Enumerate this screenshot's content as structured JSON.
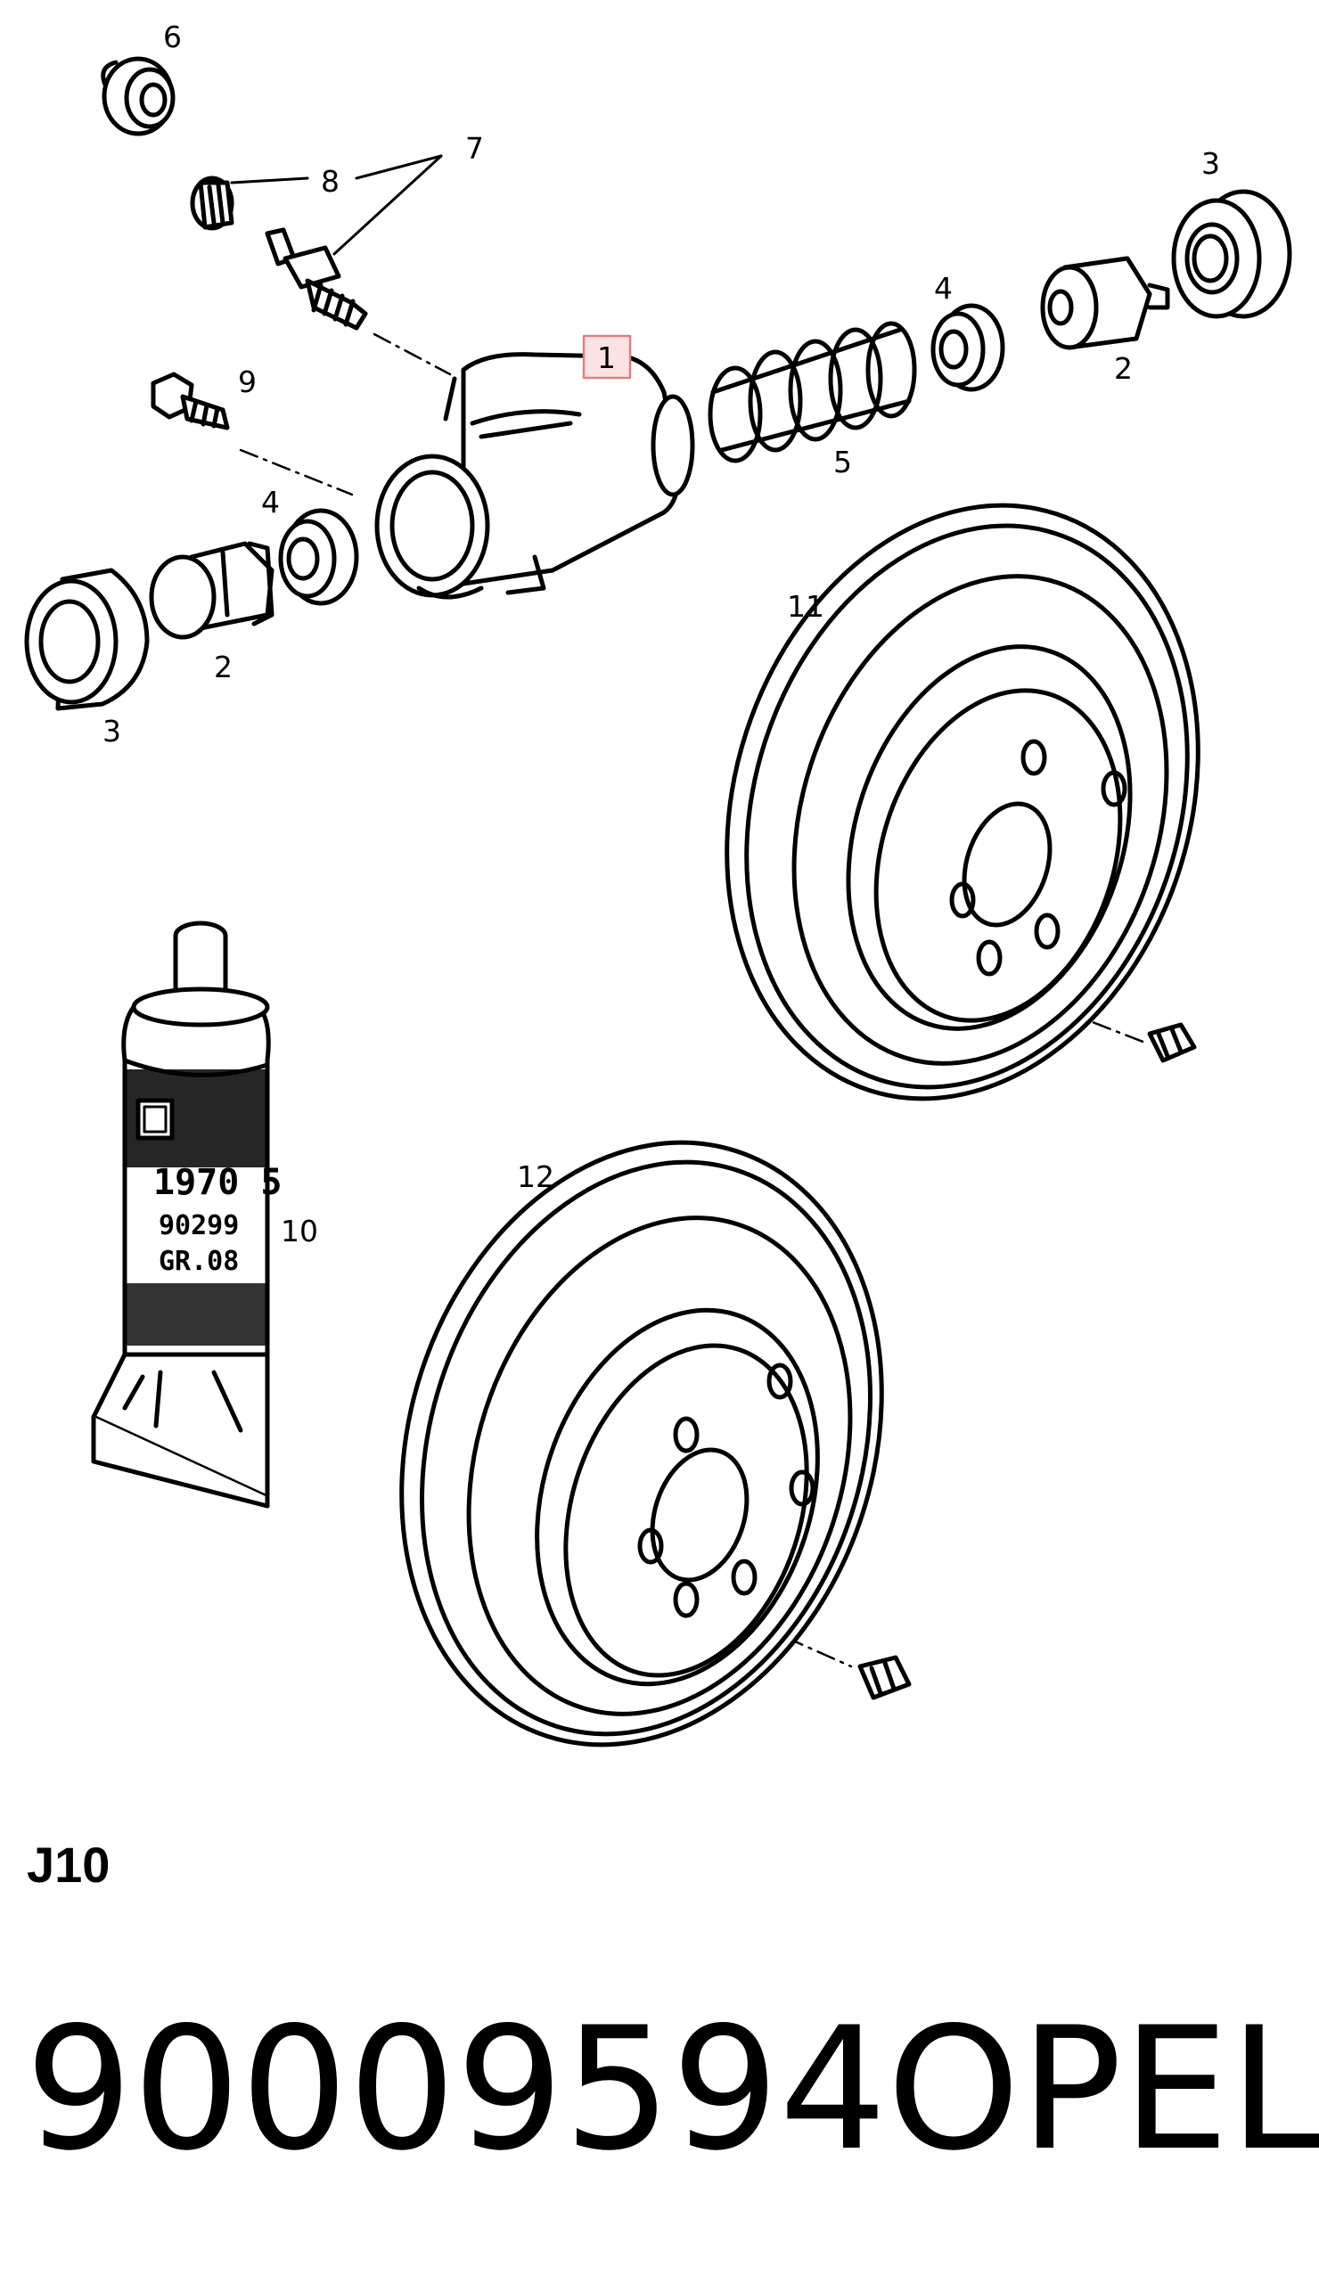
{
  "callouts": {
    "c1": "1",
    "c2a": "2",
    "c2b": "2",
    "c3a": "3",
    "c3b": "3",
    "c4a": "4",
    "c4b": "4",
    "c5": "5",
    "c6": "6",
    "c7": "7",
    "c8": "8",
    "c9": "9",
    "c10": "10",
    "c11": "11",
    "c12": "12"
  },
  "tube_label": {
    "line1": "1970 5",
    "line2": "90299",
    "line3": "GR.08"
  },
  "page_code": "J10",
  "part_number": "90009594",
  "brand": "OPEL",
  "colors": {
    "highlight_fill": "#fbe3e3",
    "highlight_stroke": "#e08080",
    "ink": "#000000"
  }
}
